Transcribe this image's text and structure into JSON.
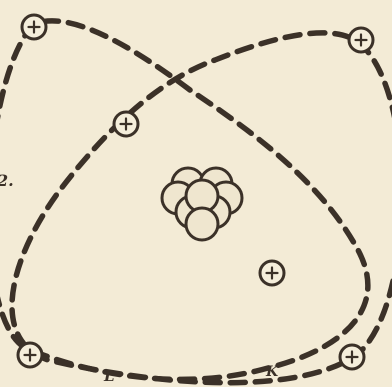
{
  "colors": {
    "paper": "#f3ebd6",
    "ink": "#3b3128",
    "nucleus_fill": "#efe6cf"
  },
  "orbits": [
    {
      "name": "orbit-l",
      "label": "L"
    },
    {
      "name": "orbit-k",
      "label": "K"
    }
  ],
  "labels": {
    "orbit_l": "L",
    "orbit_k": "K",
    "edge_fragment": "2."
  },
  "electrons": [
    {
      "name": "electron-top-left",
      "symbol": "+"
    },
    {
      "name": "electron-top-right",
      "symbol": "+"
    },
    {
      "name": "electron-inner-upper",
      "symbol": "+"
    },
    {
      "name": "electron-inner-lower",
      "symbol": "+"
    },
    {
      "name": "electron-bottom-left",
      "symbol": "+"
    },
    {
      "name": "electron-bottom-right",
      "symbol": "+"
    }
  ],
  "nucleus": {
    "nucleon_count": 8
  }
}
